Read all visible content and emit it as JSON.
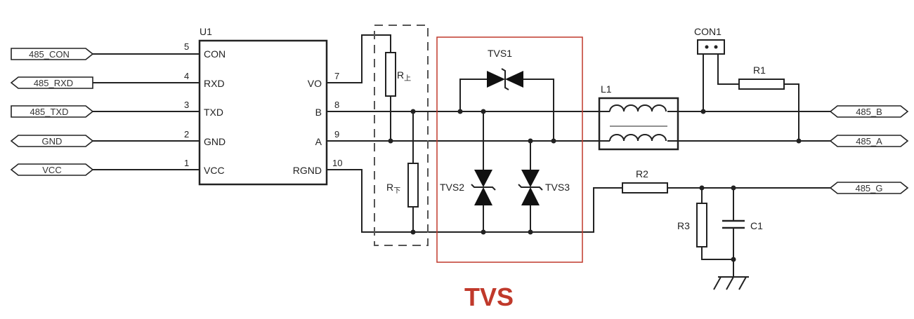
{
  "ic": {
    "ref": "U1",
    "left_pins": [
      {
        "num": "5",
        "name": "CON"
      },
      {
        "num": "4",
        "name": "RXD"
      },
      {
        "num": "3",
        "name": "TXD"
      },
      {
        "num": "2",
        "name": "GND"
      },
      {
        "num": "1",
        "name": "VCC"
      }
    ],
    "right_pins": [
      {
        "num": "7",
        "name": "VO"
      },
      {
        "num": "8",
        "name": "B"
      },
      {
        "num": "9",
        "name": "A"
      },
      {
        "num": "10",
        "name": "RGND"
      }
    ]
  },
  "left_ports": [
    "485_CON",
    "485_RXD",
    "485_TXD",
    "GND",
    "VCC"
  ],
  "right_ports": [
    "485_B",
    "485_A",
    "485_G"
  ],
  "components": {
    "r_up": "R",
    "r_up_sub": "上",
    "r_down": "R",
    "r_down_sub": "下",
    "tvs1": "TVS1",
    "tvs2": "TVS2",
    "tvs3": "TVS3",
    "l1": "L1",
    "con1": "CON1",
    "r1": "R1",
    "r2": "R2",
    "r3": "R3",
    "c1": "C1"
  },
  "highlight": {
    "title": "TVS",
    "color": "#c0392b"
  }
}
